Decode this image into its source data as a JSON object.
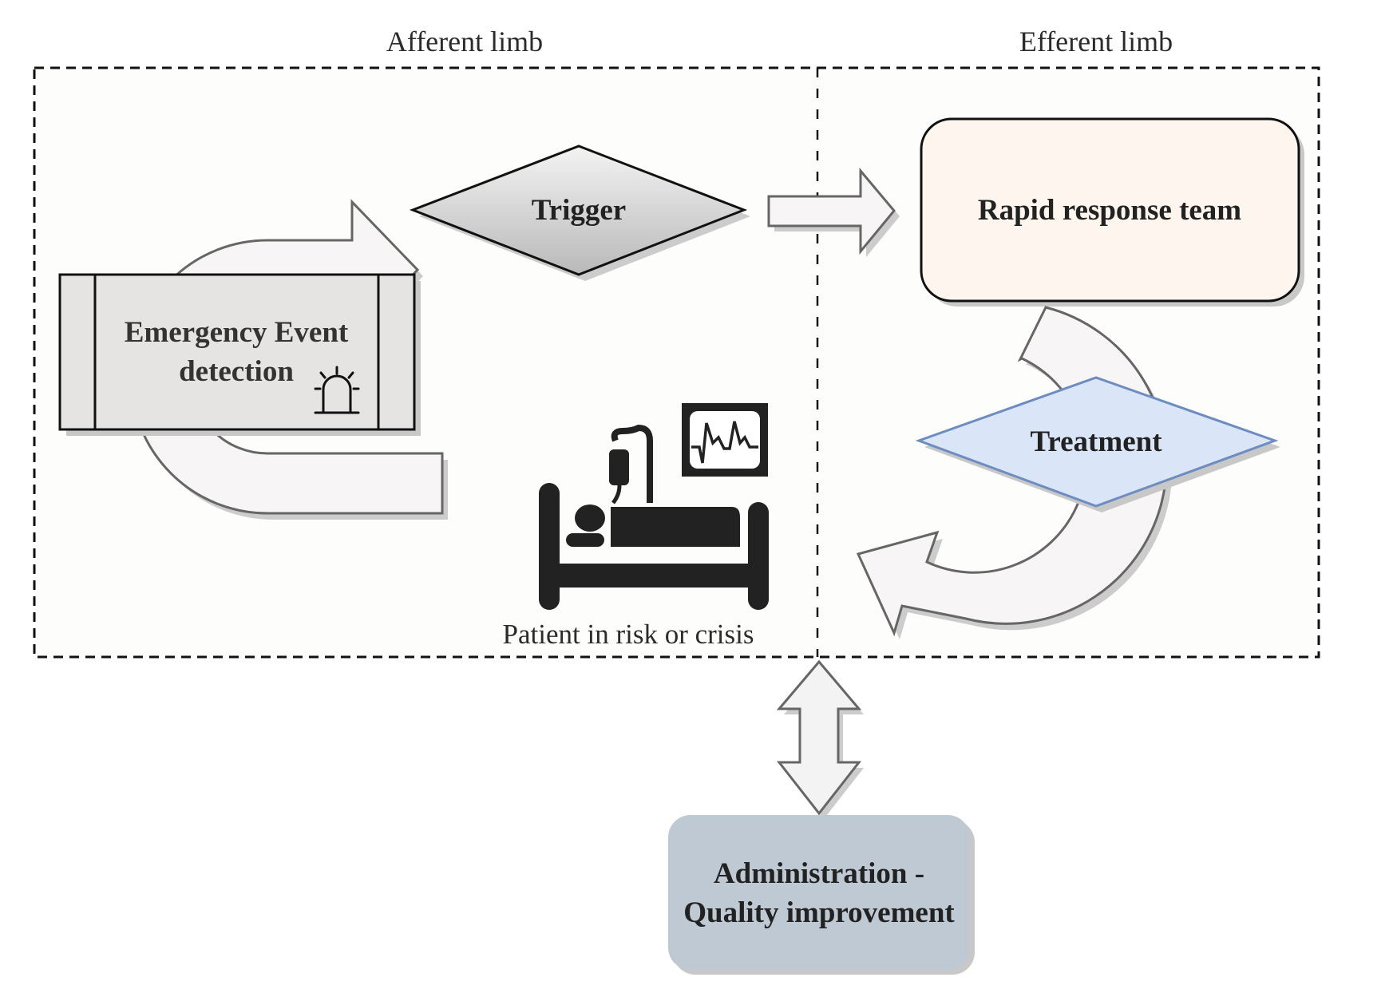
{
  "sections": {
    "afferent_label": "Afferent limb",
    "efferent_label": "Efferent limb"
  },
  "nodes": {
    "emergency": {
      "line1": "Emergency Event",
      "line2": "detection",
      "icon": "siren-icon",
      "fill": "#e6e4e3"
    },
    "trigger": {
      "label": "Trigger",
      "fill_top": "#f4f3f3",
      "fill_bottom": "#b9b9b9"
    },
    "rapid_response": {
      "label": "Rapid response team",
      "fill": "#fdf5ee"
    },
    "treatment": {
      "label": "Treatment",
      "fill": "#dae5f7",
      "stroke": "#6d8cc0"
    },
    "patient": {
      "label": "Patient in risk or crisis",
      "icon": "hospital-bed-monitor-icon"
    },
    "administration": {
      "line1": "Administration -",
      "line2": "Quality improvement",
      "fill": "#bfc9d3"
    }
  },
  "arrows": {
    "fill": "#f7f5f5",
    "stroke": "#666666",
    "double_fill": "#f3f3f3"
  }
}
